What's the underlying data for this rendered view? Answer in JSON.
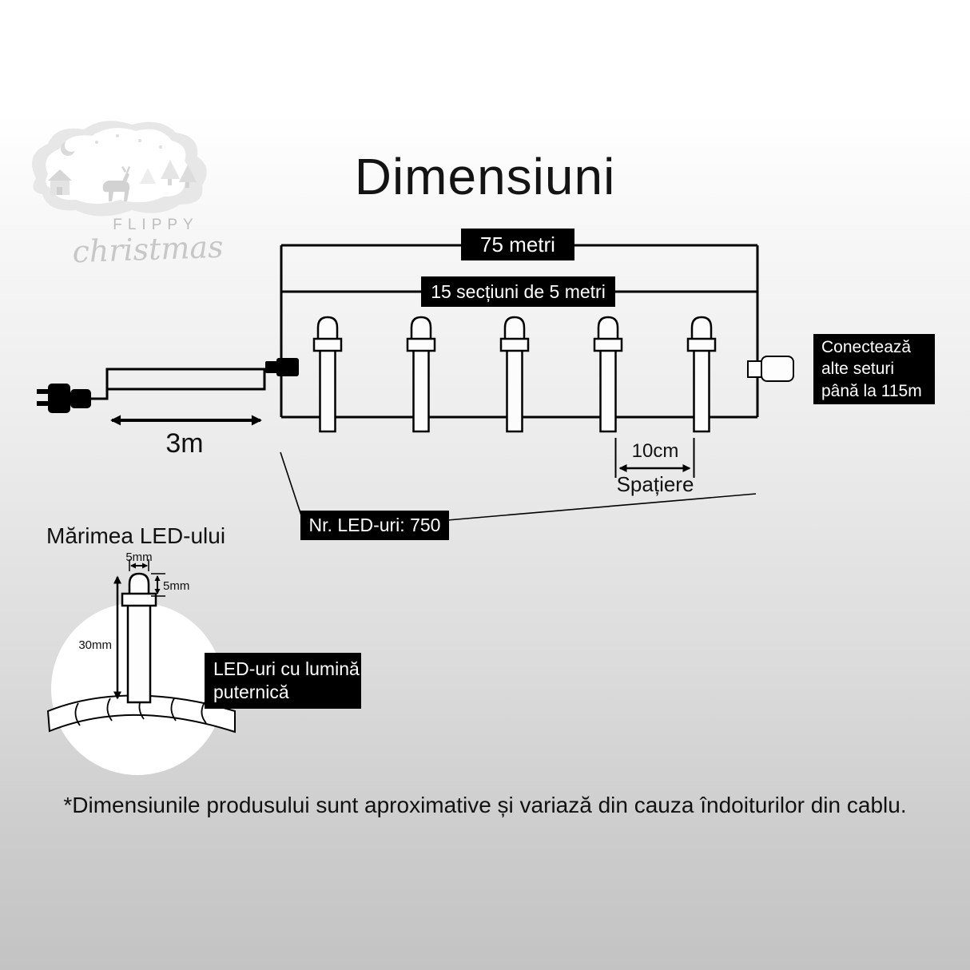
{
  "brand": {
    "name_top": "FLIPPY",
    "name_script": "christmas"
  },
  "title": "Dimensiuni",
  "diagram": {
    "total_length": "75 metri",
    "sections": "15 secțiuni de 5 metri",
    "connect": {
      "line1": "Conectează",
      "line2": "alte seturi",
      "line3": "până la 115m"
    },
    "lead_length": "3m",
    "spacing_value": "10cm",
    "spacing_label": "Spațiere",
    "led_count": "Nr. LED-uri: 750"
  },
  "led_size": {
    "title": "Mărimea LED-ului",
    "width": "5mm",
    "tip_height": "5mm",
    "body_height": "30mm",
    "callout": {
      "line1": "LED-uri cu lumină",
      "line2": "puternică"
    }
  },
  "footer": "*Dimensiunile produsului sunt aproximative și variază din cauza îndoiturilor din cablu.",
  "colors": {
    "label_bg": "#000000",
    "label_text": "#ffffff",
    "line": "#000000",
    "logo_text": "#c2c2c2"
  }
}
